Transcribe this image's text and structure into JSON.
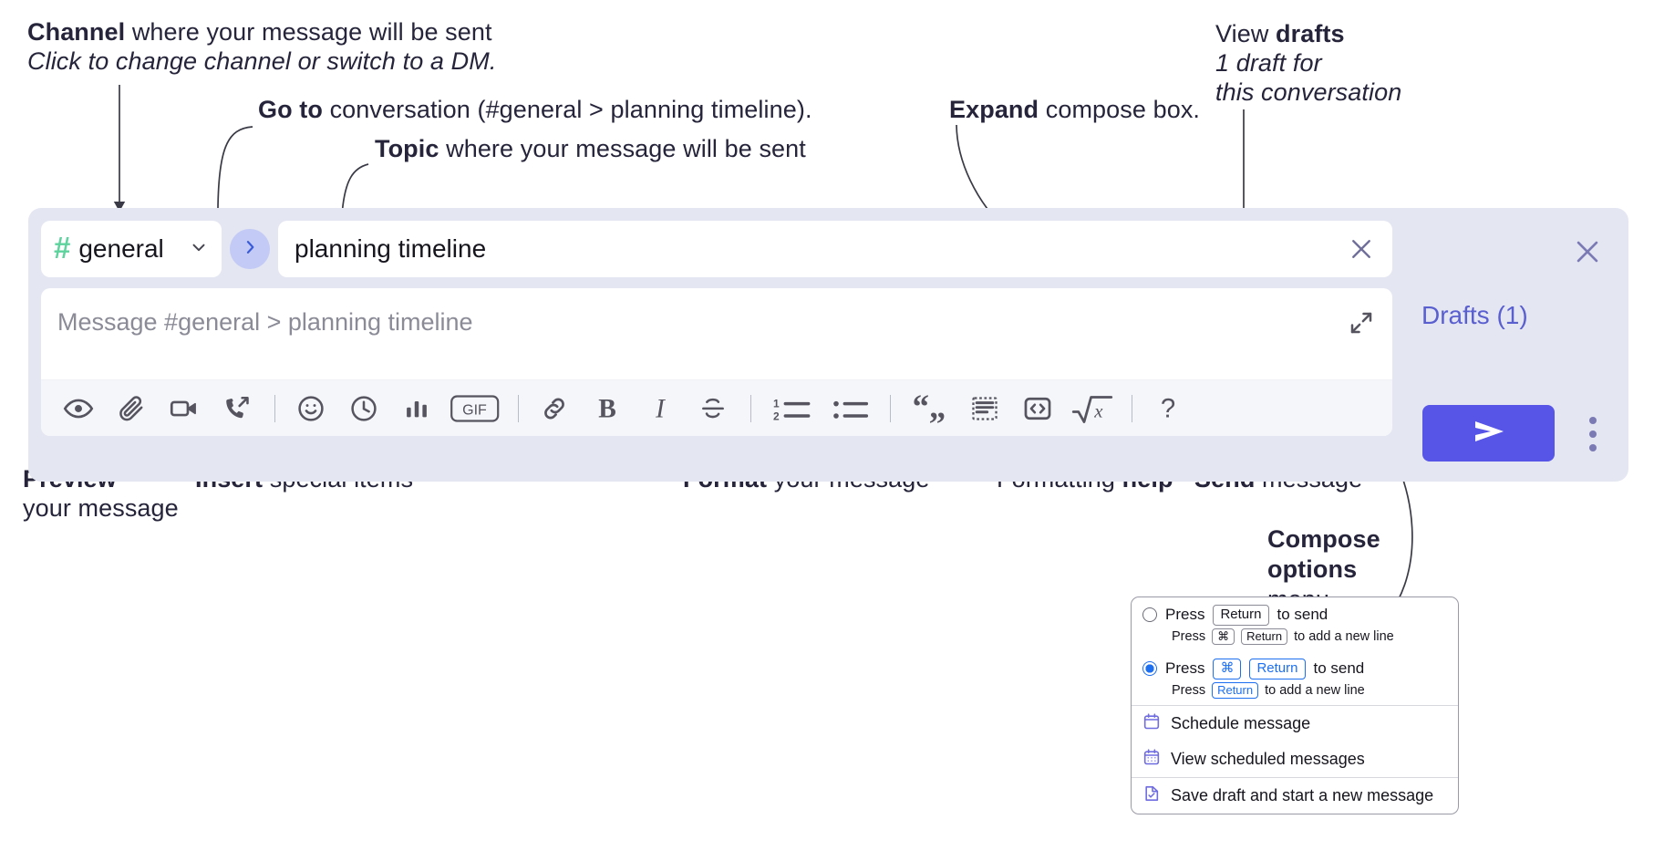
{
  "annotations": {
    "channel": {
      "bold": "Channel",
      "rest": " where your message will be sent",
      "italic": "Click to change channel or switch to a DM."
    },
    "goto": {
      "bold": "Go to",
      "rest": " conversation (#general > planning timeline)."
    },
    "topic": {
      "bold": "Topic",
      "rest": " where your message will be sent"
    },
    "expand": {
      "bold": "Expand",
      "rest": " compose box."
    },
    "drafts": {
      "pre": "View ",
      "bold": "drafts",
      "italic1": "1 draft for",
      "italic2": "this conversation"
    },
    "preview": {
      "bold": "Preview",
      "rest": "your message"
    },
    "insert": {
      "bold": "Insert",
      "rest": " special items"
    },
    "format": {
      "bold": "Format",
      "rest": " your message"
    },
    "help": {
      "pre": "Formatting ",
      "bold": "help"
    },
    "send": {
      "bold": "Send",
      "rest": " message"
    },
    "compose_options": {
      "bold1": "Compose",
      "bold2": "options",
      "rest": "menu"
    }
  },
  "compose": {
    "channel_name": "general",
    "channel_hash": "#",
    "topic_value": "planning timeline",
    "message_placeholder": "Message #general > planning timeline",
    "drafts_label": "Drafts (1)",
    "icons": {
      "channel_chevron": "chevron-down-icon",
      "goto": "chevron-right-icon",
      "topic_clear": "close-icon",
      "expand": "expand-icon",
      "close": "close-icon",
      "send": "send-icon",
      "kebab": "more-options-icon"
    },
    "toolbar": [
      {
        "name": "preview-icon",
        "label": "Preview"
      },
      {
        "name": "attachment-icon",
        "label": "Attach file"
      },
      {
        "name": "video-icon",
        "label": "Video clip"
      },
      {
        "name": "audio-call-icon",
        "label": "Audio clip"
      },
      {
        "name": "divider",
        "label": ""
      },
      {
        "name": "emoji-icon",
        "label": "Emoji"
      },
      {
        "name": "clock-icon",
        "label": "Reminder"
      },
      {
        "name": "poll-icon",
        "label": "Poll"
      },
      {
        "name": "gif-icon",
        "label": "GIF"
      },
      {
        "name": "divider",
        "label": ""
      },
      {
        "name": "link-icon",
        "label": "Link"
      },
      {
        "name": "bold-icon",
        "label": "B"
      },
      {
        "name": "italic-icon",
        "label": "I"
      },
      {
        "name": "strikethrough-icon",
        "label": "S"
      },
      {
        "name": "divider",
        "label": ""
      },
      {
        "name": "ordered-list-icon",
        "label": "Ordered list"
      },
      {
        "name": "bullet-list-icon",
        "label": "Bulleted list"
      },
      {
        "name": "divider",
        "label": ""
      },
      {
        "name": "blockquote-icon",
        "label": "Blockquote"
      },
      {
        "name": "code-block-icon",
        "label": "Code block"
      },
      {
        "name": "code-icon",
        "label": "Code"
      },
      {
        "name": "math-icon",
        "label": "Math"
      },
      {
        "name": "divider",
        "label": ""
      },
      {
        "name": "help-icon",
        "label": "?"
      }
    ]
  },
  "menu": {
    "option1": {
      "pre": "Press",
      "key": "Return",
      "post": "to send",
      "sub_pre": "Press",
      "sub_key1": "⌘",
      "sub_key2": "Return",
      "sub_post": "to add a new line",
      "selected": false
    },
    "option2": {
      "pre": "Press",
      "key1": "⌘",
      "key2": "Return",
      "post": "to send",
      "sub_pre": "Press",
      "sub_key": "Return",
      "sub_post": "to add a new line",
      "selected": true
    },
    "items": [
      {
        "icon": "calendar-icon",
        "label": "Schedule message"
      },
      {
        "icon": "calendar-grid-icon",
        "label": "View scheduled messages"
      },
      {
        "icon": "save-draft-icon",
        "label": "Save draft and start a new message"
      }
    ]
  },
  "colors": {
    "compose_bg": "#e4e6f2",
    "send_button": "#5754e8",
    "hash_green": "#5ed39e",
    "goto_circle": "#c2caf5",
    "drafts_text": "#5a5fd0",
    "menu_accent_blue": "#1d6ff2",
    "menu_icon_purple": "#6f6be0"
  }
}
